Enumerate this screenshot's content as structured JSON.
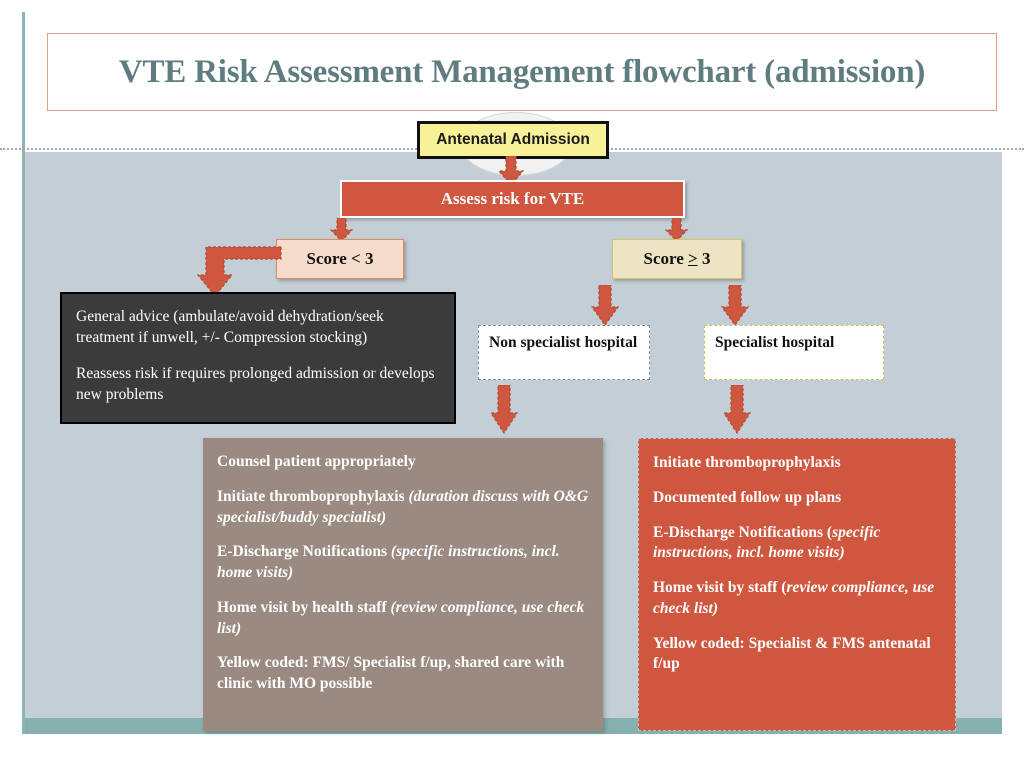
{
  "slide": {
    "title": "VTE Risk Assessment Management flowchart (admission)"
  },
  "colors": {
    "background": "#c3ced6",
    "title_text": "#5f7d80",
    "accent_red": "#cf5740",
    "mauve": "#9a8a82",
    "yellow_start": "#f7f198",
    "peach_low": "#f6ddcb",
    "cream_high": "#ece4c2",
    "dark_box": "#3b3b3b",
    "footer_teal": "#86b0ad",
    "arrow": "#cf5740"
  },
  "chart_data": {
    "type": "flowchart",
    "title": "VTE Risk Assessment Management flowchart (admission)",
    "nodes": [
      {
        "id": "antenatal",
        "label": "Antenatal Admission",
        "shape": "rect",
        "fill": "#f7f198",
        "border": "#111111"
      },
      {
        "id": "assess",
        "label": "Assess risk for VTE",
        "shape": "rect",
        "fill": "#cf5740",
        "border": "#ffffff"
      },
      {
        "id": "score_low",
        "label": "Score < 3",
        "shape": "rect",
        "fill": "#f6ddcb",
        "border": "#e08a5a"
      },
      {
        "id": "score_high",
        "label": "Score > 3",
        "shape": "rect",
        "fill": "#ece4c2",
        "border": "#d4c75f"
      },
      {
        "id": "general_advice",
        "label": "General advice (ambulate/avoid dehydration/seek treatment if unwell, +/- Compression stocking)",
        "shape": "rect",
        "fill": "#3b3b3b",
        "border": "#000000"
      },
      {
        "id": "non_specialist",
        "label": "Non specialist hospital",
        "shape": "rect",
        "fill": "#ffffff",
        "border": "#8c8c8c"
      },
      {
        "id": "specialist",
        "label": "Specialist hospital",
        "shape": "rect",
        "fill": "#ffffff",
        "border": "#ccbe5a"
      },
      {
        "id": "non_specialist_actions",
        "label": "Counsel patient appropriately ...",
        "shape": "rect",
        "fill": "#9a8a82",
        "border": "none"
      },
      {
        "id": "specialist_actions",
        "label": "Initiate thromboprophylaxis ...",
        "shape": "rect",
        "fill": "#cf5740",
        "border": "#c2bfb8"
      }
    ],
    "edges": [
      {
        "from": "antenatal",
        "to": "assess",
        "style": "block-arrow-down"
      },
      {
        "from": "assess",
        "to": "score_low",
        "style": "block-arrow-down"
      },
      {
        "from": "assess",
        "to": "score_high",
        "style": "block-arrow-down"
      },
      {
        "from": "score_low",
        "to": "general_advice",
        "style": "block-arrow-elbow-left-down"
      },
      {
        "from": "score_high",
        "to": "non_specialist",
        "style": "block-arrow-down"
      },
      {
        "from": "score_high",
        "to": "specialist",
        "style": "block-arrow-down"
      },
      {
        "from": "non_specialist",
        "to": "non_specialist_actions",
        "style": "block-arrow-down"
      },
      {
        "from": "specialist",
        "to": "specialist_actions",
        "style": "block-arrow-down"
      }
    ]
  },
  "nodes": {
    "antenatal": {
      "label": "Antenatal Admission"
    },
    "assess": {
      "label": "Assess risk for VTE"
    },
    "score_low": {
      "label": "Score < 3"
    },
    "score_high": {
      "prefix": "Score ",
      "operator": ">",
      "suffix": " 3"
    },
    "general_advice": {
      "para1": "General advice (ambulate/avoid dehydration/seek treatment if unwell, +/- Compression stocking)",
      "para2": "Reassess risk if requires prolonged admission or develops new problems"
    },
    "non_specialist": {
      "label": "Non specialist hospital"
    },
    "specialist": {
      "label": "Specialist hospital"
    },
    "non_specialist_actions": {
      "item1": "Counsel patient appropriately",
      "item2_bold": "Initiate thromboprophylaxis ",
      "item2_italic": "(duration discuss with O&G specialist/buddy specialist)",
      "item3_bold": "E-Discharge Notifications ",
      "item3_italic": "(specific instructions, incl. home visits)",
      "item4_bold": "Home visit by health staff ",
      "item4_italic": "(review compliance, use check list)",
      "item5": "Yellow coded: FMS/ Specialist f/up, shared care with clinic with MO possible"
    },
    "specialist_actions": {
      "item1": "Initiate thromboprophylaxis",
      "item2": "Documented follow up plans",
      "item3_bold": "E-Discharge Notifications (",
      "item3_italic": "specific instructions, incl. home visits)",
      "item4_bold": "Home visit by staff (",
      "item4_italic": "review compliance, use check list)",
      "item5": "Yellow coded: Specialist & FMS antenatal f/up"
    }
  }
}
